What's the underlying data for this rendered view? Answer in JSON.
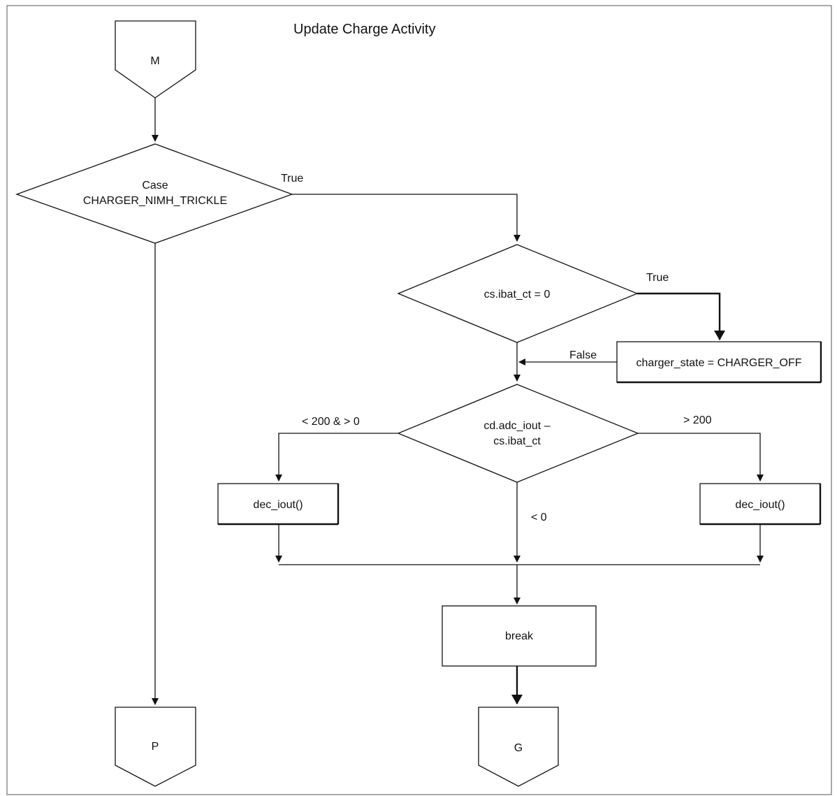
{
  "title": "Update Charge Activity",
  "connectors": {
    "start": "M",
    "end_left": "P",
    "end_right": "G"
  },
  "decisions": {
    "case_line1": "Case",
    "case_line2": "CHARGER_NIMH_TRICKLE",
    "ibat_check": "cs.ibat_ct = 0",
    "iout_line1": "cd.adc_iout –",
    "iout_line2": "cs.ibat_ct"
  },
  "processes": {
    "charger_off": "charger_state = CHARGER_OFF",
    "dec_iout_left": "dec_iout()",
    "dec_iout_right": "dec_iout()",
    "break": "break"
  },
  "edge_labels": {
    "case_true": "True",
    "ibat_true": "True",
    "ibat_false": "False",
    "range_low": "< 200 & > 0",
    "range_high": "> 200",
    "negative": "< 0"
  }
}
